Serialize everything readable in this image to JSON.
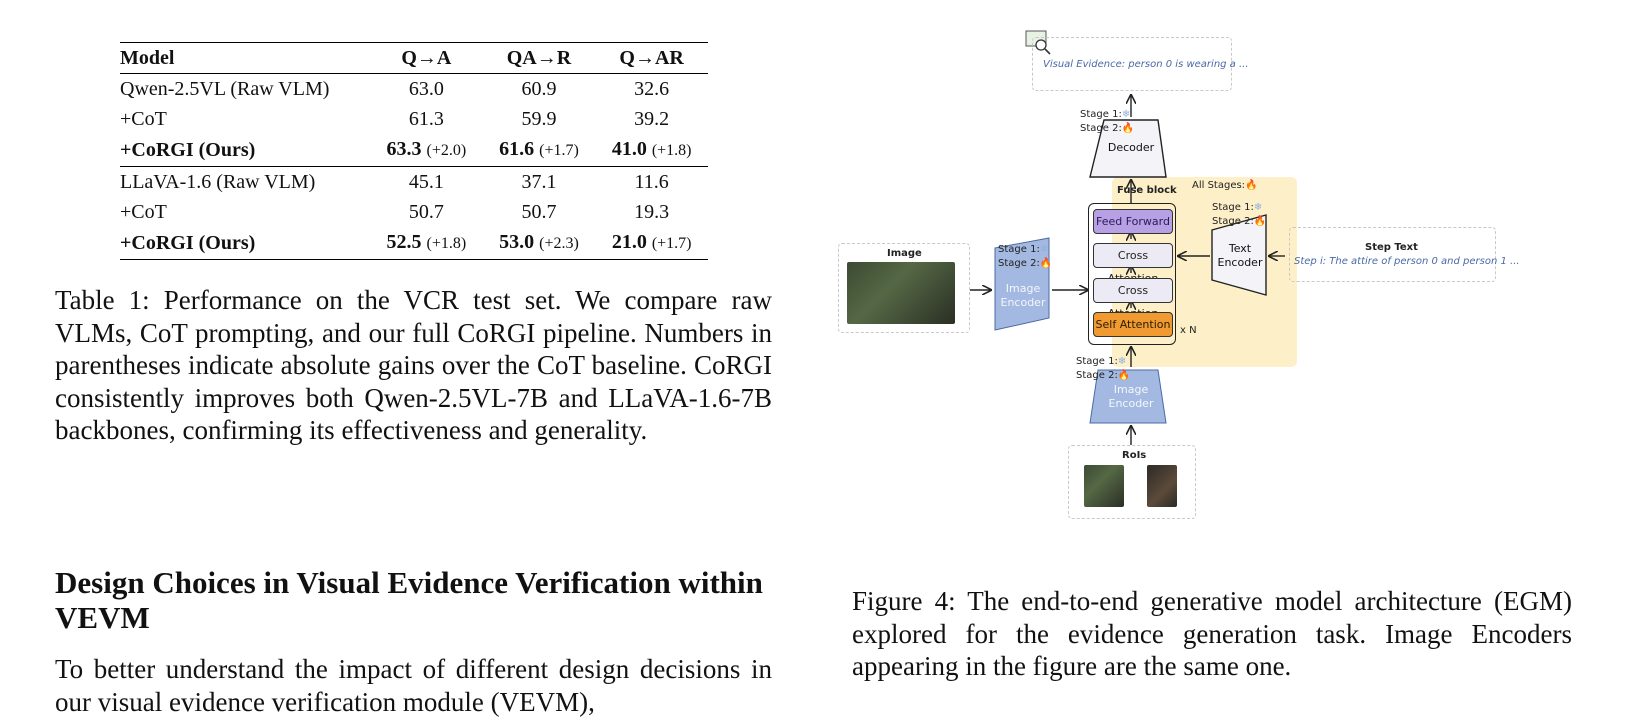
{
  "table": {
    "headers": [
      "Model",
      "Q→A",
      "QA→R",
      "Q→AR"
    ],
    "group_a": [
      {
        "model": "Qwen-2.5VL (Raw VLM)",
        "c1": "63.0",
        "c2": "60.9",
        "c3": "32.6"
      },
      {
        "model": "+CoT",
        "c1": "61.3",
        "c2": "59.9",
        "c3": "39.2"
      },
      {
        "model": "+CoRGI (Ours)",
        "c1": "63.3",
        "g1": "(+2.0)",
        "c2": "61.6",
        "g2": "(+1.7)",
        "c3": "41.0",
        "g3": "(+1.8)"
      }
    ],
    "group_b": [
      {
        "model": "LLaVA-1.6 (Raw VLM)",
        "c1": "45.1",
        "c2": "37.1",
        "c3": "11.6"
      },
      {
        "model": "+CoT",
        "c1": "50.7",
        "c2": "50.7",
        "c3": "19.3"
      },
      {
        "model": "+CoRGI (Ours)",
        "c1": "52.5",
        "g1": "(+1.8)",
        "c2": "53.0",
        "g2": "(+2.3)",
        "c3": "21.0",
        "g3": "(+1.7)"
      }
    ]
  },
  "table_caption": "Table 1: Performance on the VCR test set. We compare raw VLMs, CoT prompting, and our full CoRGI pipeline. Numbers in parentheses indicate absolute gains over the CoT baseline. CoRGI consistently improves both Qwen-2.5VL-7B and LLaVA-1.6-7B backbones, confirming its effectiveness and generality.",
  "section_title": "Design Choices in Visual Evidence Verification within VEVM",
  "body_text": "To better understand the impact of different design decisions in our visual evidence verification module (VEVM),",
  "figure_caption": "Figure 4: The end-to-end generative model architecture (EGM) explored for the evidence generation task. Image Encoders appearing in the figure are the same one.",
  "figure": {
    "visual_evidence": "Visual Evidence: person 0 is wearing a ...",
    "stage1": "Stage 1:",
    "stage2": "Stage 2:",
    "all_stages": "All Stages:",
    "decoder": "Decoder",
    "fuse_block": "Fuse block",
    "feed_forward": "Feed Forward",
    "cross_attention": "Cross Attention",
    "self_attention": "Self Attention",
    "xn": "x N",
    "image_label": "Image",
    "image_encoder_l1": "Image",
    "image_encoder_l2": "Encoder",
    "text_encoder_l1": "Text",
    "text_encoder_l2": "Encoder",
    "step_text_title": "Step Text",
    "step_text": "Step i: The attire of person 0 and person 1 ...",
    "rois": "RoIs",
    "snow_glyph": "❄",
    "flame_glyph": "🔥",
    "icon_colors": {
      "frozen": "#8fb3d9",
      "trainable": "#e8772e",
      "encoder_blue": "#a4b9e2",
      "fuse": "#fdf0c8"
    }
  }
}
